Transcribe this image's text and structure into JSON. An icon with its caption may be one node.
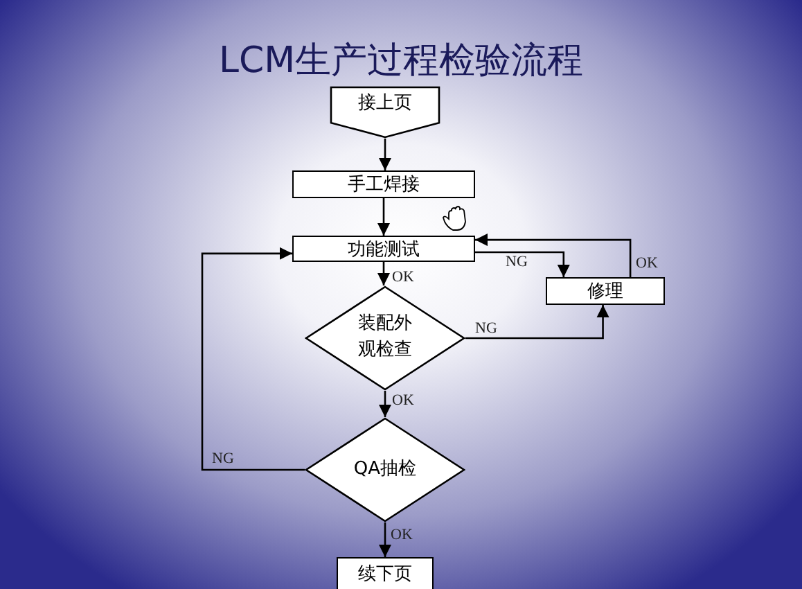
{
  "diagram": {
    "title": "LCM生产过程检验流程",
    "nodes": [
      {
        "text": [
          "接上页"
        ]
      },
      {
        "text": [
          "手工焊接"
        ]
      },
      {
        "text": [
          "功能测试"
        ]
      },
      {
        "text": [
          "修理"
        ]
      },
      {
        "text": [
          "装配外观检查"
        ]
      },
      {
        "text": [
          "QA抽检"
        ]
      },
      {
        "text": [
          "续下页"
        ]
      }
    ],
    "edges": [
      {
        "from": 0,
        "to": 1,
        "arrow": "to"
      },
      {
        "from": 1,
        "to": 2,
        "arrow": "to"
      },
      {
        "from": 2,
        "to": 3,
        "arrow": "to",
        "label": "NG"
      },
      {
        "from": 3,
        "to": 2,
        "arrow": "to",
        "label": "OK"
      },
      {
        "from": 2,
        "to": 4,
        "arrow": "to",
        "label": "OK"
      },
      {
        "from": 4,
        "to": 3,
        "arrow": "to",
        "label": "NG"
      },
      {
        "from": 4,
        "to": 5,
        "arrow": "to",
        "label": "OK"
      },
      {
        "from": 5,
        "to": 2,
        "arrow": "to",
        "label": "NG"
      },
      {
        "from": 5,
        "to": 6,
        "arrow": "to",
        "label": "OK"
      }
    ]
  }
}
